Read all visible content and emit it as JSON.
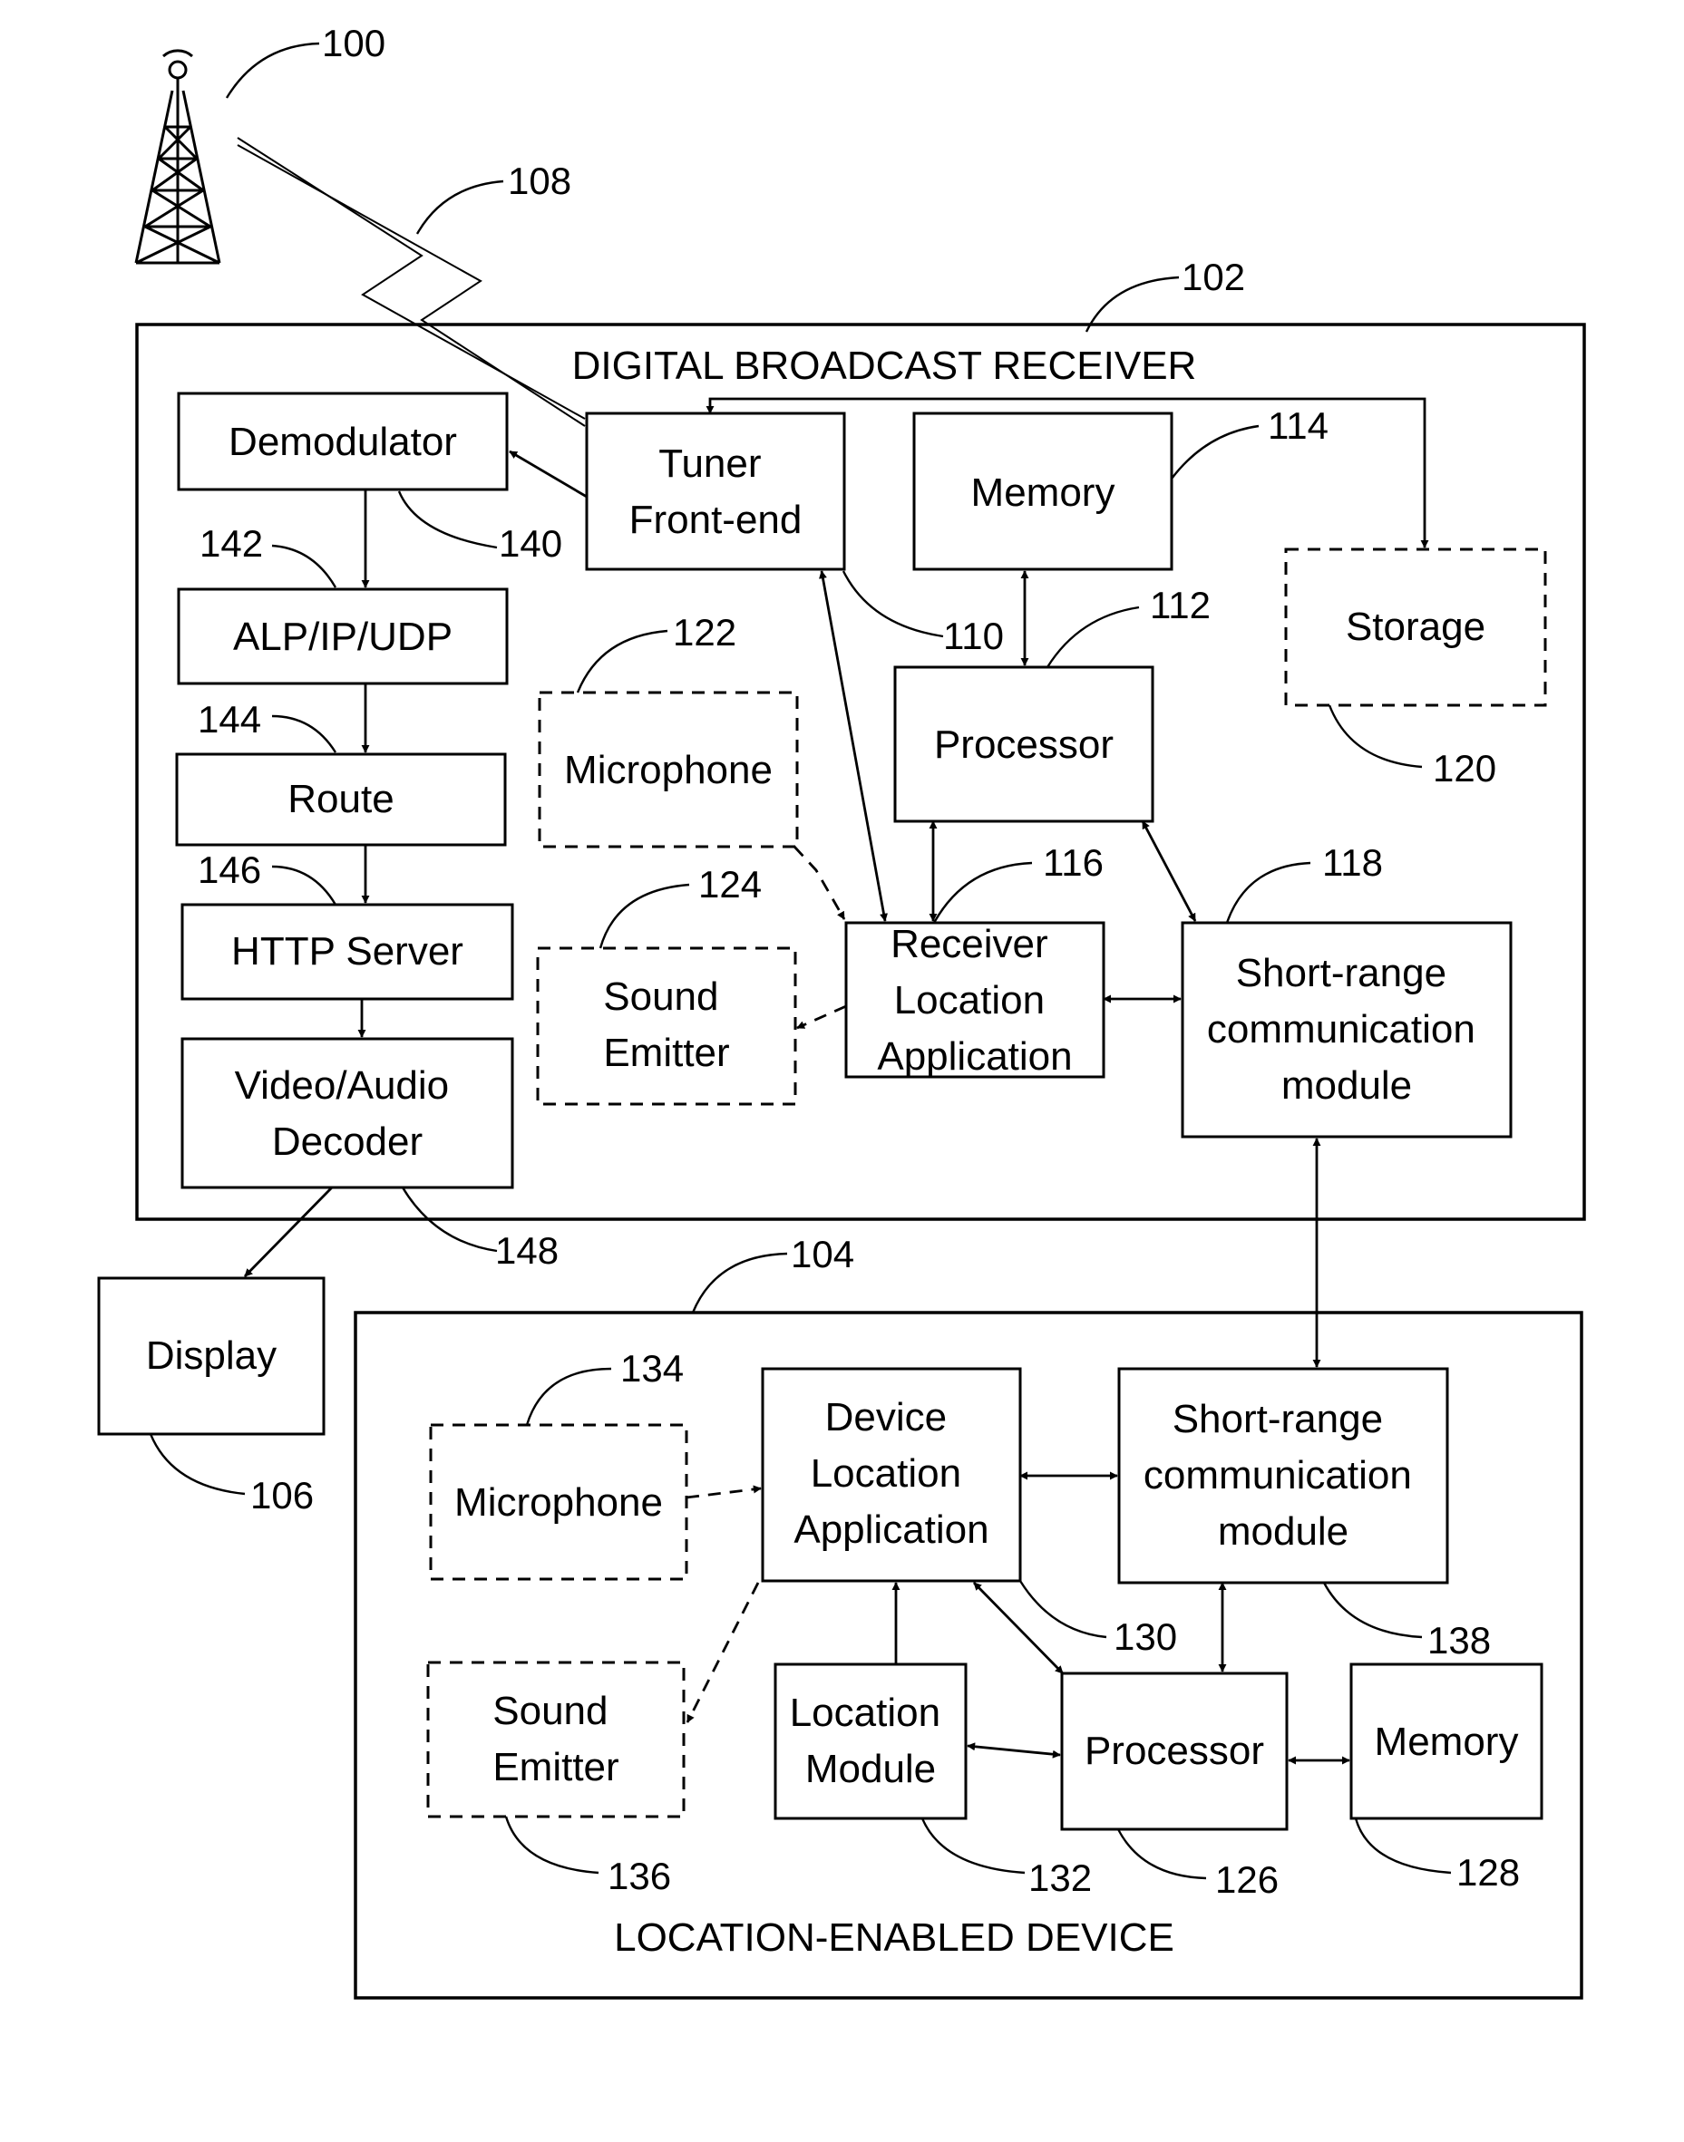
{
  "titles": {
    "receiver": "DIGITAL BROADCAST RECEIVER",
    "device": "LOCATION-ENABLED DEVICE"
  },
  "blocks": {
    "demodulator": [
      "Demodulator"
    ],
    "tuner": [
      "Tuner",
      "Front-end"
    ],
    "memory_rx": [
      "Memory"
    ],
    "storage": [
      "Storage"
    ],
    "alp": [
      "ALP/IP/UDP"
    ],
    "route": [
      "Route"
    ],
    "http": [
      "HTTP Server"
    ],
    "decoder": [
      "Video/Audio",
      "Decoder"
    ],
    "mic_rx": [
      "Microphone"
    ],
    "processor_rx": [
      "Processor"
    ],
    "sound_rx": [
      "Sound",
      "Emitter"
    ],
    "rla": [
      "Receiver",
      "Location",
      "Application"
    ],
    "src_rx": [
      "Short-range",
      "communication",
      "module"
    ],
    "display": [
      "Display"
    ],
    "mic_dev": [
      "Microphone"
    ],
    "dla": [
      "Device",
      "Location",
      "Application"
    ],
    "src_dev": [
      "Short-range",
      "communication",
      "module"
    ],
    "sound_dev": [
      "Sound",
      "Emitter"
    ],
    "locmod": [
      "Location",
      "Module"
    ],
    "processor_dev": [
      "Processor"
    ],
    "memory_dev": [
      "Memory"
    ]
  },
  "refs": {
    "r100": "100",
    "r108": "108",
    "r102": "102",
    "r114": "114",
    "r142": "142",
    "r140": "140",
    "r110": "110",
    "r112": "112",
    "r122": "122",
    "r120": "120",
    "r144": "144",
    "r146": "146",
    "r124": "124",
    "r116": "116",
    "r118": "118",
    "r148": "148",
    "r104": "104",
    "r106": "106",
    "r134": "134",
    "r130": "130",
    "r138": "138",
    "r136": "136",
    "r132": "132",
    "r126": "126",
    "r128": "128"
  }
}
